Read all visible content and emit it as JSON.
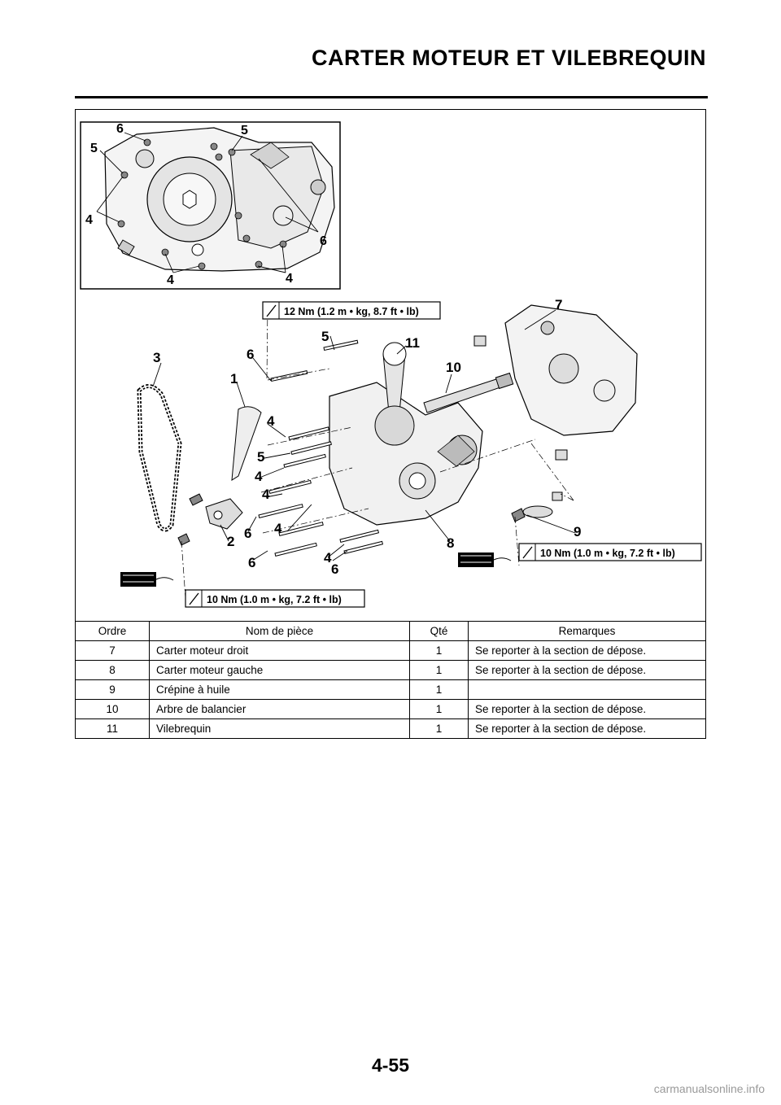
{
  "header": {
    "title": "CARTER MOTEUR ET VILEBREQUIN"
  },
  "diagram": {
    "torque_labels": [
      "12 Nm (1.2 m • kg, 8.7 ft • lb)",
      "10 Nm (1.0 m • kg, 7.2 ft • lb)",
      "10 Nm (1.0 m • kg, 7.2 ft • lb)"
    ],
    "inset_callouts": [
      "6",
      "5",
      "5",
      "4",
      "6",
      "4",
      "4"
    ],
    "callouts": [
      "7",
      "5",
      "11",
      "3",
      "6",
      "10",
      "1",
      "4",
      "5",
      "4",
      "4",
      "4",
      "9",
      "2",
      "6",
      "8",
      "4",
      "6",
      "6"
    ]
  },
  "table": {
    "headers": [
      "Ordre",
      "Nom de pièce",
      "Qté",
      "Remarques"
    ],
    "rows": [
      [
        "7",
        "Carter moteur droit",
        "1",
        "Se reporter à la section de dépose."
      ],
      [
        "8",
        "Carter moteur gauche",
        "1",
        "Se reporter à la section de dépose."
      ],
      [
        "9",
        "Crépine à huile",
        "1",
        ""
      ],
      [
        "10",
        "Arbre de balancier",
        "1",
        "Se reporter à la section de dépose."
      ],
      [
        "11",
        "Vilebrequin",
        "1",
        "Se reporter à la section de dépose."
      ]
    ]
  },
  "footer": {
    "page_number": "4-55",
    "watermark": "carmanualsonline.info"
  }
}
